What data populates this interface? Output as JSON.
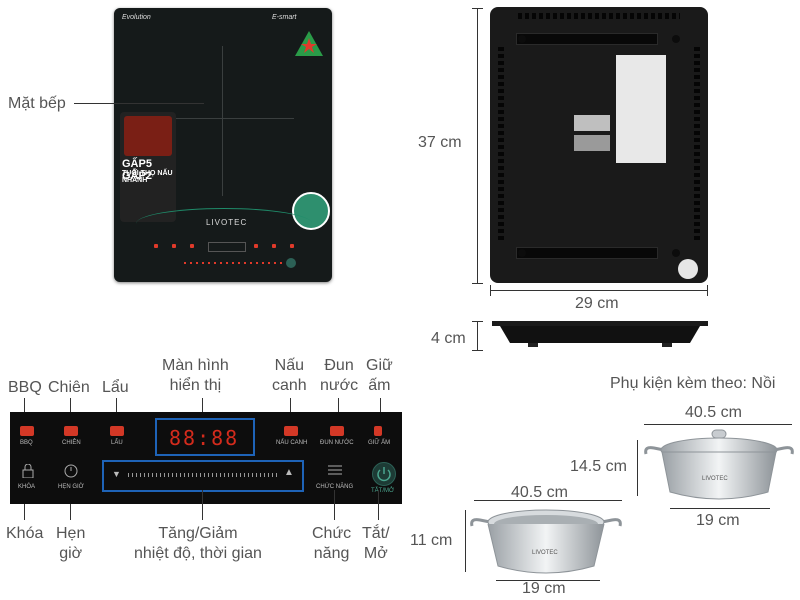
{
  "top_view": {
    "label": "Mặt bếp",
    "brand_left": "Evolution",
    "brand_right": "E-smart",
    "brand_logo": "LIVOTEC",
    "promo_line1": "GẤP5 GẤP2",
    "promo_line2": "TUỔI THỌ NẤU NHANH"
  },
  "dimensions": {
    "height": "37 cm",
    "width": "29 cm",
    "thickness": "4 cm"
  },
  "panel_labels": {
    "bbq": "BBQ",
    "chien": "Chiên",
    "lau": "Lẩu",
    "display": "Màn hình\nhiển thị",
    "nau_canh": "Nấu\ncanh",
    "dun_nuoc": "Đun\nnước",
    "giu_am": "Giữ\nấm",
    "khoa": "Khóa",
    "hen_gio": "Hẹn\ngiờ",
    "tang_giam": "Tăng/Giảm\nnhiệt độ, thời gian",
    "chuc_nang": "Chức\nnăng",
    "tat_mo": "Tắt/\nMở"
  },
  "panel_text": {
    "bbq": "BBQ",
    "chien": "CHIÊN",
    "lau": "LẨU",
    "nau_canh": "NẤU CANH",
    "dun_nuoc": "ĐUN NƯỚC",
    "giu_am": "GIỮ ẤM",
    "khoa": "KHÓA",
    "hen_gio": "HẸN GIỜ",
    "chuc_nang": "CHỨC NĂNG",
    "tat_mo": "TẮT/MỞ",
    "digits": "88:88"
  },
  "accessory": {
    "title": "Phụ kiện kèm theo: Nồi",
    "pot_with_lid": {
      "diameter": "40.5 cm",
      "height": "14.5 cm",
      "base": "19 cm",
      "brand": "LIVOTEC"
    },
    "pot_open": {
      "diameter": "40.5 cm",
      "height": "11 cm",
      "base": "19 cm",
      "brand": "LIVOTEC"
    }
  },
  "colors": {
    "accent_blue": "#1e63b7",
    "led_red": "#d42b1c",
    "cooktop": "#151a1a"
  }
}
